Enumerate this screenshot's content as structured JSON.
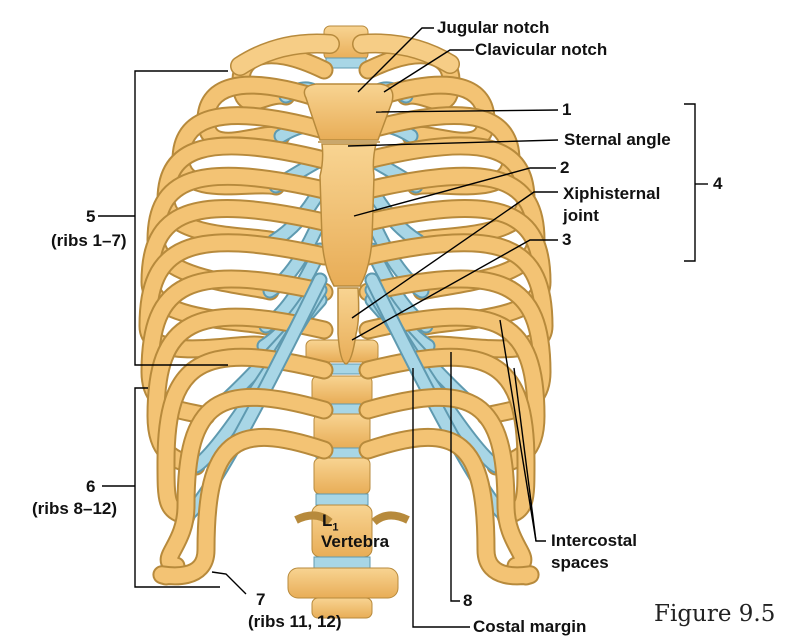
{
  "labels": {
    "jugular_notch": "Jugular notch",
    "clavicular_notch": "Clavicular notch",
    "n1": "1",
    "sternal_angle": "Sternal angle",
    "n2": "2",
    "xiphisternal_line1": "Xiphisternal",
    "xiphisternal_line2": "joint",
    "n3": "3",
    "n4": "4",
    "n5": "5",
    "ribs_1_7": "(ribs 1–7)",
    "n6": "6",
    "ribs_8_12": "(ribs 8–12)",
    "n7": "7",
    "ribs_11_12": "(ribs 11, 12)",
    "l1": "L",
    "l1_sub": "1",
    "vertebra": "Vertebra",
    "intercostal_line1": "Intercostal",
    "intercostal_line2": "spaces",
    "n8": "8",
    "costal_margin": "Costal margin"
  },
  "figure_caption": "Figure 9.5",
  "colors": {
    "bone": "#f3c374",
    "bone_outline": "#b78a3c",
    "cartilage": "#a8d6e6",
    "cartilage_outline": "#5f9ab0",
    "leader_line": "#000000"
  }
}
